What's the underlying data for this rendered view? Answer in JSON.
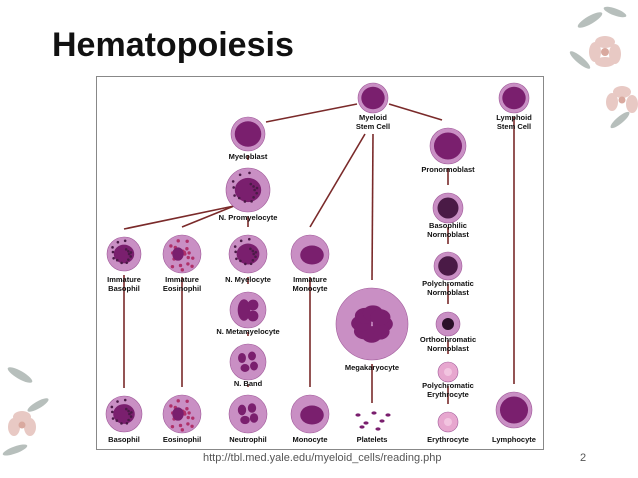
{
  "slide": {
    "title": "Hematopoiesis",
    "source_url": "http://tbl.med.yale.edu/myeloid_cells/reading.php",
    "page_number": "2"
  },
  "diagram": {
    "nodes": {
      "myeloid_stem_cell": [
        "Myeloid",
        "Stem Cell"
      ],
      "lymphoid_stem_cell": [
        "Lymphoid",
        "Stem Cell"
      ],
      "myeloblast": [
        "Myeloblast"
      ],
      "n_promyelocyte": [
        "N. Promyelocyte"
      ],
      "immature_basophil": [
        "Immature",
        "Basophil"
      ],
      "immature_eosinophil": [
        "Immature",
        "Eosinophil"
      ],
      "n_myelocyte": [
        "N. Myelocyte"
      ],
      "immature_monocyte": [
        "Immature",
        "Monocyte"
      ],
      "n_metamyelocyte": [
        "N. Metamyelocyte"
      ],
      "n_band": [
        "N. Band"
      ],
      "megakaryocyte": [
        "Megakaryocyte"
      ],
      "pronormoblast": [
        "Pronormoblast"
      ],
      "basophilic_normoblast": [
        "Basophilic",
        "Normoblast"
      ],
      "polychromatic_normoblast": [
        "Polychromatic",
        "Normoblast"
      ],
      "orthochromatic_normoblast": [
        "Orthochromatic",
        "Normoblast"
      ],
      "polychromatic_erythrocyte": [
        "Polychromatic",
        "Erythrocyte"
      ],
      "basophil": [
        "Basophil"
      ],
      "eosinophil": [
        "Eosinophil"
      ],
      "neutrophil": [
        "Neutrophil"
      ],
      "monocyte": [
        "Monocyte"
      ],
      "platelets": [
        "Platelets"
      ],
      "erythrocyte": [
        "Erythrocyte"
      ],
      "lymphocyte": [
        "Lymphocyte"
      ]
    }
  },
  "colors": {
    "cell_nucleus": "#7a1f6e",
    "cell_cytoplasm": "#c98fc4",
    "arrow": "#7a2a2a",
    "flower_petal": "#e8c9c4",
    "leaf": "#9aa5a0"
  }
}
